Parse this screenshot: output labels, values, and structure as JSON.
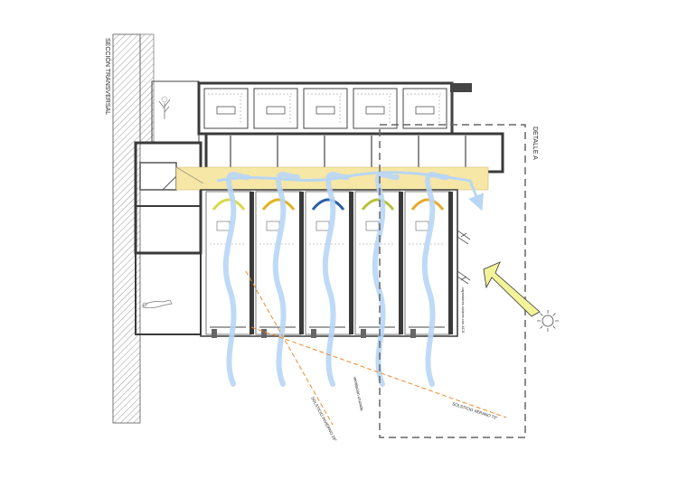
{
  "labels": {
    "section_title": "SECCIÓN TRANSVERSAL",
    "detail_label": "DETALLE A",
    "winter_solstice": "SOLSTICIO INVIERNO 29°",
    "summer_solstice": "SOLSTICIO VERANO 73°",
    "cross_ventilation": "ventilación cruzada",
    "facade_note": "captadores solares con ACS"
  },
  "colors": {
    "structure": "#4a4a4a",
    "hatch": "#9a9a9a",
    "air_flow": "#b8d6f5",
    "roof_plenum": "#f7e7a6",
    "sun": "#f3f39a",
    "solstice_line": "#f08a2a",
    "detail_box": "#666666",
    "unit_accents": [
      "#d9d94a",
      "#e0b21f",
      "#2a5fa8",
      "#b8c23a",
      "#e6a92a"
    ]
  },
  "icons": [
    "sun-icon",
    "sun-ray-arrow-icon",
    "person-figure-icon",
    "tree-icon"
  ]
}
